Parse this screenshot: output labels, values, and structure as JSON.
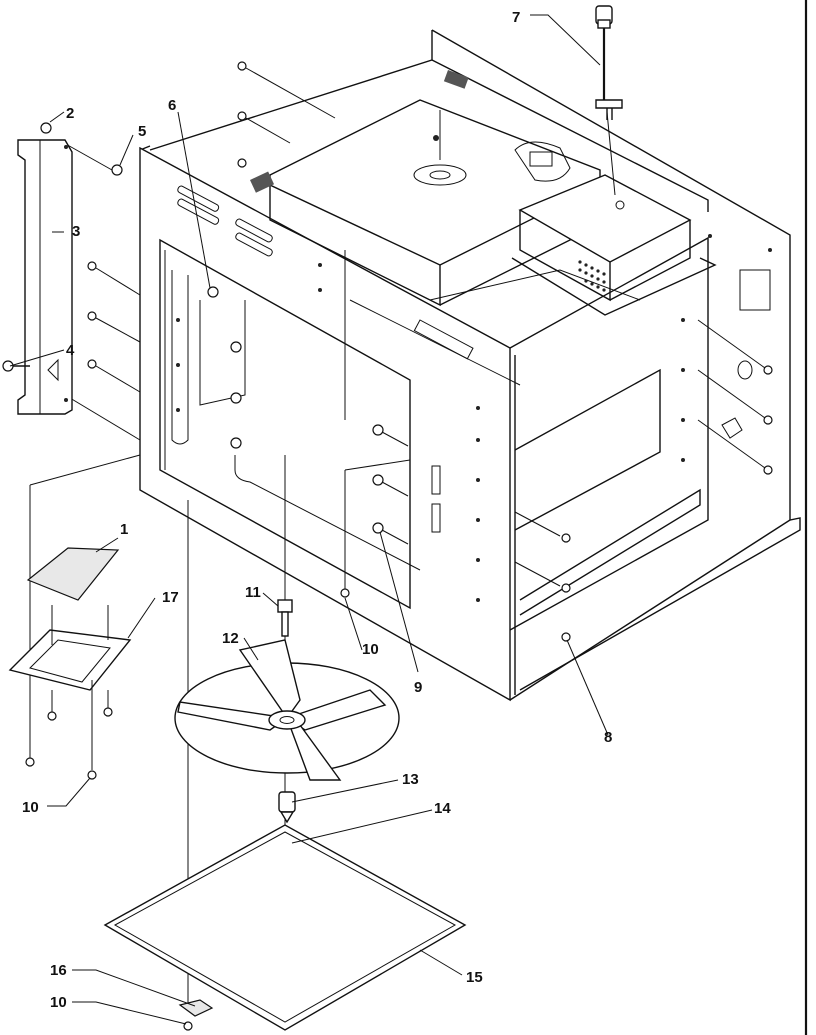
{
  "callouts": [
    "1",
    "2",
    "3",
    "4",
    "5",
    "6",
    "7",
    "8",
    "9",
    "10",
    "11",
    "12",
    "13",
    "14",
    "15",
    "16",
    "17"
  ],
  "parts": {
    "label_1": "1",
    "label_2": "2",
    "label_3": "3",
    "label_4": "4",
    "label_5": "5",
    "label_6": "6",
    "label_7": "7",
    "label_8": "8",
    "label_9": "9",
    "label_10_a": "10",
    "label_10_b": "10",
    "label_10_c": "10",
    "label_11": "11",
    "label_12": "12",
    "label_13": "13",
    "label_14": "14",
    "label_15": "15",
    "label_16": "16",
    "label_17": "17"
  }
}
